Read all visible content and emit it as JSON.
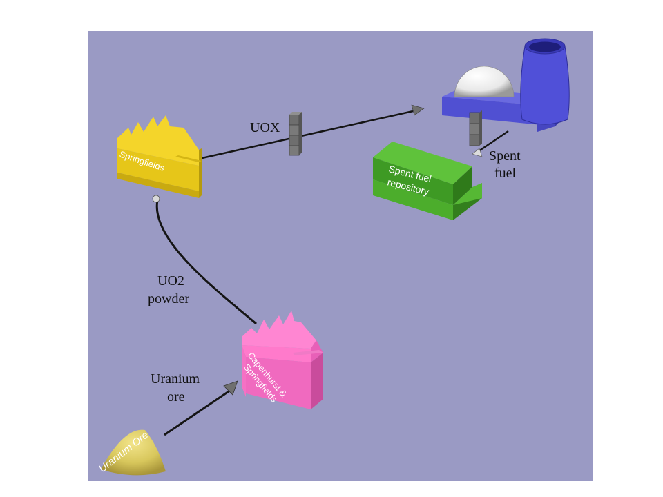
{
  "diagram": {
    "colors": {
      "background": "#9a9ac4",
      "springfields": "#e6c619",
      "capenhurst": "#f06abf",
      "repository": "#4cad2c",
      "reactor": "#5050d2",
      "ore": "#d8c75c"
    },
    "nodes": {
      "springfields": {
        "label": "Springfields"
      },
      "capenhurst": {
        "label": "Capenhurst & Springfields",
        "line1": "Capenhurst &",
        "line2": "Springfields"
      },
      "repository": {
        "label": "Spent fuel repository",
        "line1": "Spent fuel",
        "line2": "repository"
      },
      "ore": {
        "label": "Uranium Ore"
      },
      "reactor": {
        "icon": "nuclear-reactor-icon"
      }
    },
    "flows": {
      "uranium_ore": {
        "line1": "Uranium",
        "line2": "ore"
      },
      "uo2_powder": {
        "line1": "UO2",
        "line2": "powder"
      },
      "uox": {
        "label": "UOX"
      },
      "spent_fuel": {
        "line1": "Spent",
        "line2": "fuel"
      }
    }
  }
}
